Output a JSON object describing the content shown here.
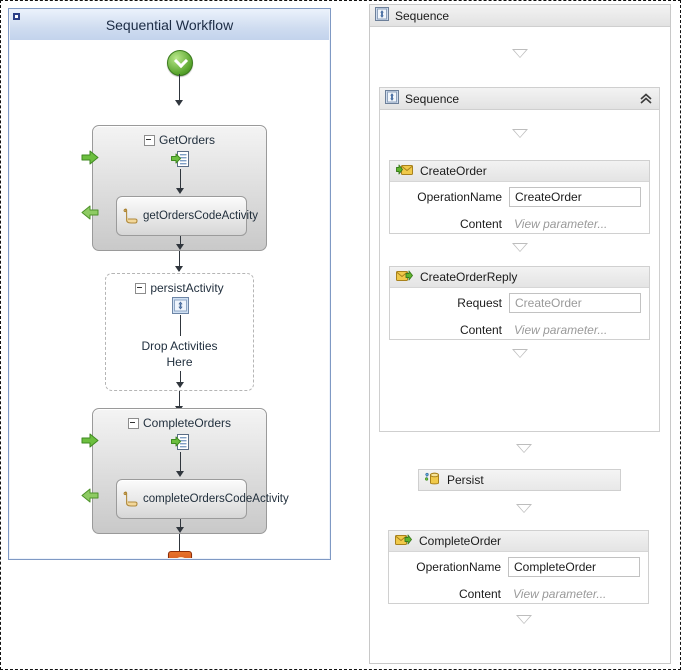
{
  "left_panel": {
    "title": "Sequential Workflow",
    "start_icon": "start-circle-icon",
    "end_icon": "stop-square-icon",
    "activities": [
      {
        "name": "GetOrders",
        "expander": "collapse-expander",
        "icon": "web-service-input-icon",
        "child": {
          "label": "getOrdersCodeActivity",
          "icon": "code-activity-icon"
        }
      },
      {
        "name": "persistActivity",
        "expander": "collapse-expander",
        "icon": "persist-activity-icon",
        "drop_text_line1": "Drop Activities",
        "drop_text_line2": "Here"
      },
      {
        "name": "CompleteOrders",
        "expander": "collapse-expander",
        "icon": "web-service-input-icon",
        "child": {
          "label": "completeOrdersCodeActivity",
          "icon": "code-activity-icon"
        }
      }
    ]
  },
  "right_panel": {
    "outer_sequence": {
      "title": "Sequence",
      "icon": "sequence-icon"
    },
    "inner_sequence": {
      "title": "Sequence",
      "icon": "sequence-icon",
      "collapse_icon": "chevron-double-up-icon"
    },
    "cards": [
      {
        "title": "CreateOrder",
        "icon": "receive-icon",
        "rows": [
          {
            "label": "OperationName",
            "value": "CreateOrder",
            "type": "textbox"
          },
          {
            "label": "Content",
            "value": "View parameter...",
            "type": "link-ghost"
          }
        ]
      },
      {
        "title": "CreateOrderReply",
        "icon": "send-reply-icon",
        "rows": [
          {
            "label": "Request",
            "value": "CreateOrder",
            "type": "textbox-ghost"
          },
          {
            "label": "Content",
            "value": "View parameter...",
            "type": "link-ghost"
          }
        ]
      },
      {
        "title": "CompleteOrder",
        "icon": "send-reply-icon",
        "rows": [
          {
            "label": "OperationName",
            "value": "CompleteOrder",
            "type": "textbox"
          },
          {
            "label": "Content",
            "value": "View parameter...",
            "type": "link-ghost"
          }
        ]
      }
    ],
    "persist": {
      "title": "Persist",
      "icon": "persist-icon"
    }
  },
  "colors": {
    "left_panel_border": "#7f99c4",
    "left_title_bg": "#cfdcf0",
    "green_arrow": "#63b13b",
    "envelope_yellow": "#e8b838",
    "stop_orange": "#d4541c",
    "connector_gray": "#bdbdbd"
  }
}
